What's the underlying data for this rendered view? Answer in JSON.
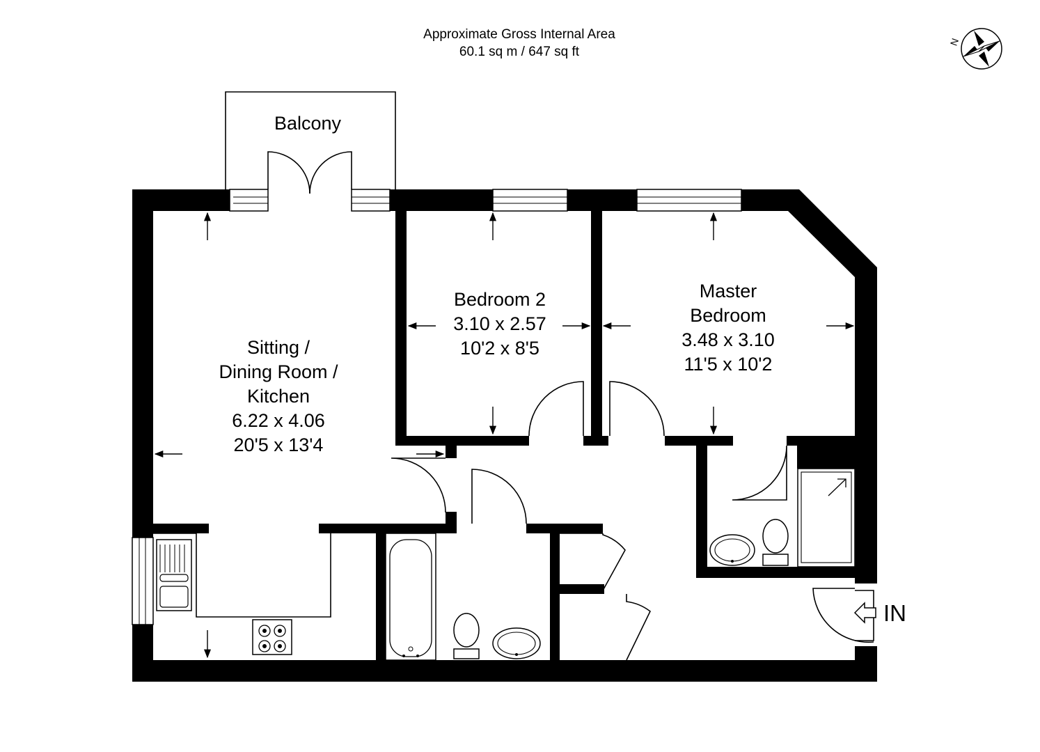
{
  "header": {
    "area_title": "Approximate Gross Internal Area",
    "area_value": "60.1 sq m / 647 sq ft"
  },
  "compass": {
    "north_label": "N",
    "icon": "compass-rose-icon"
  },
  "rooms": {
    "balcony": {
      "name": "Balcony"
    },
    "sitting": {
      "line1": "Sitting /",
      "line2": "Dining Room /",
      "line3": "Kitchen",
      "metric": "6.22 x 4.06",
      "imperial": "20'5 x 13'4"
    },
    "bedroom2": {
      "line1": "Bedroom 2",
      "metric": "3.10 x 2.57",
      "imperial": "10'2 x 8'5"
    },
    "master": {
      "line1": "Master",
      "line2": "Bedroom",
      "metric": "3.48 x 3.10",
      "imperial": "11'5 x 10'2"
    }
  },
  "entrance": {
    "label": "IN"
  }
}
